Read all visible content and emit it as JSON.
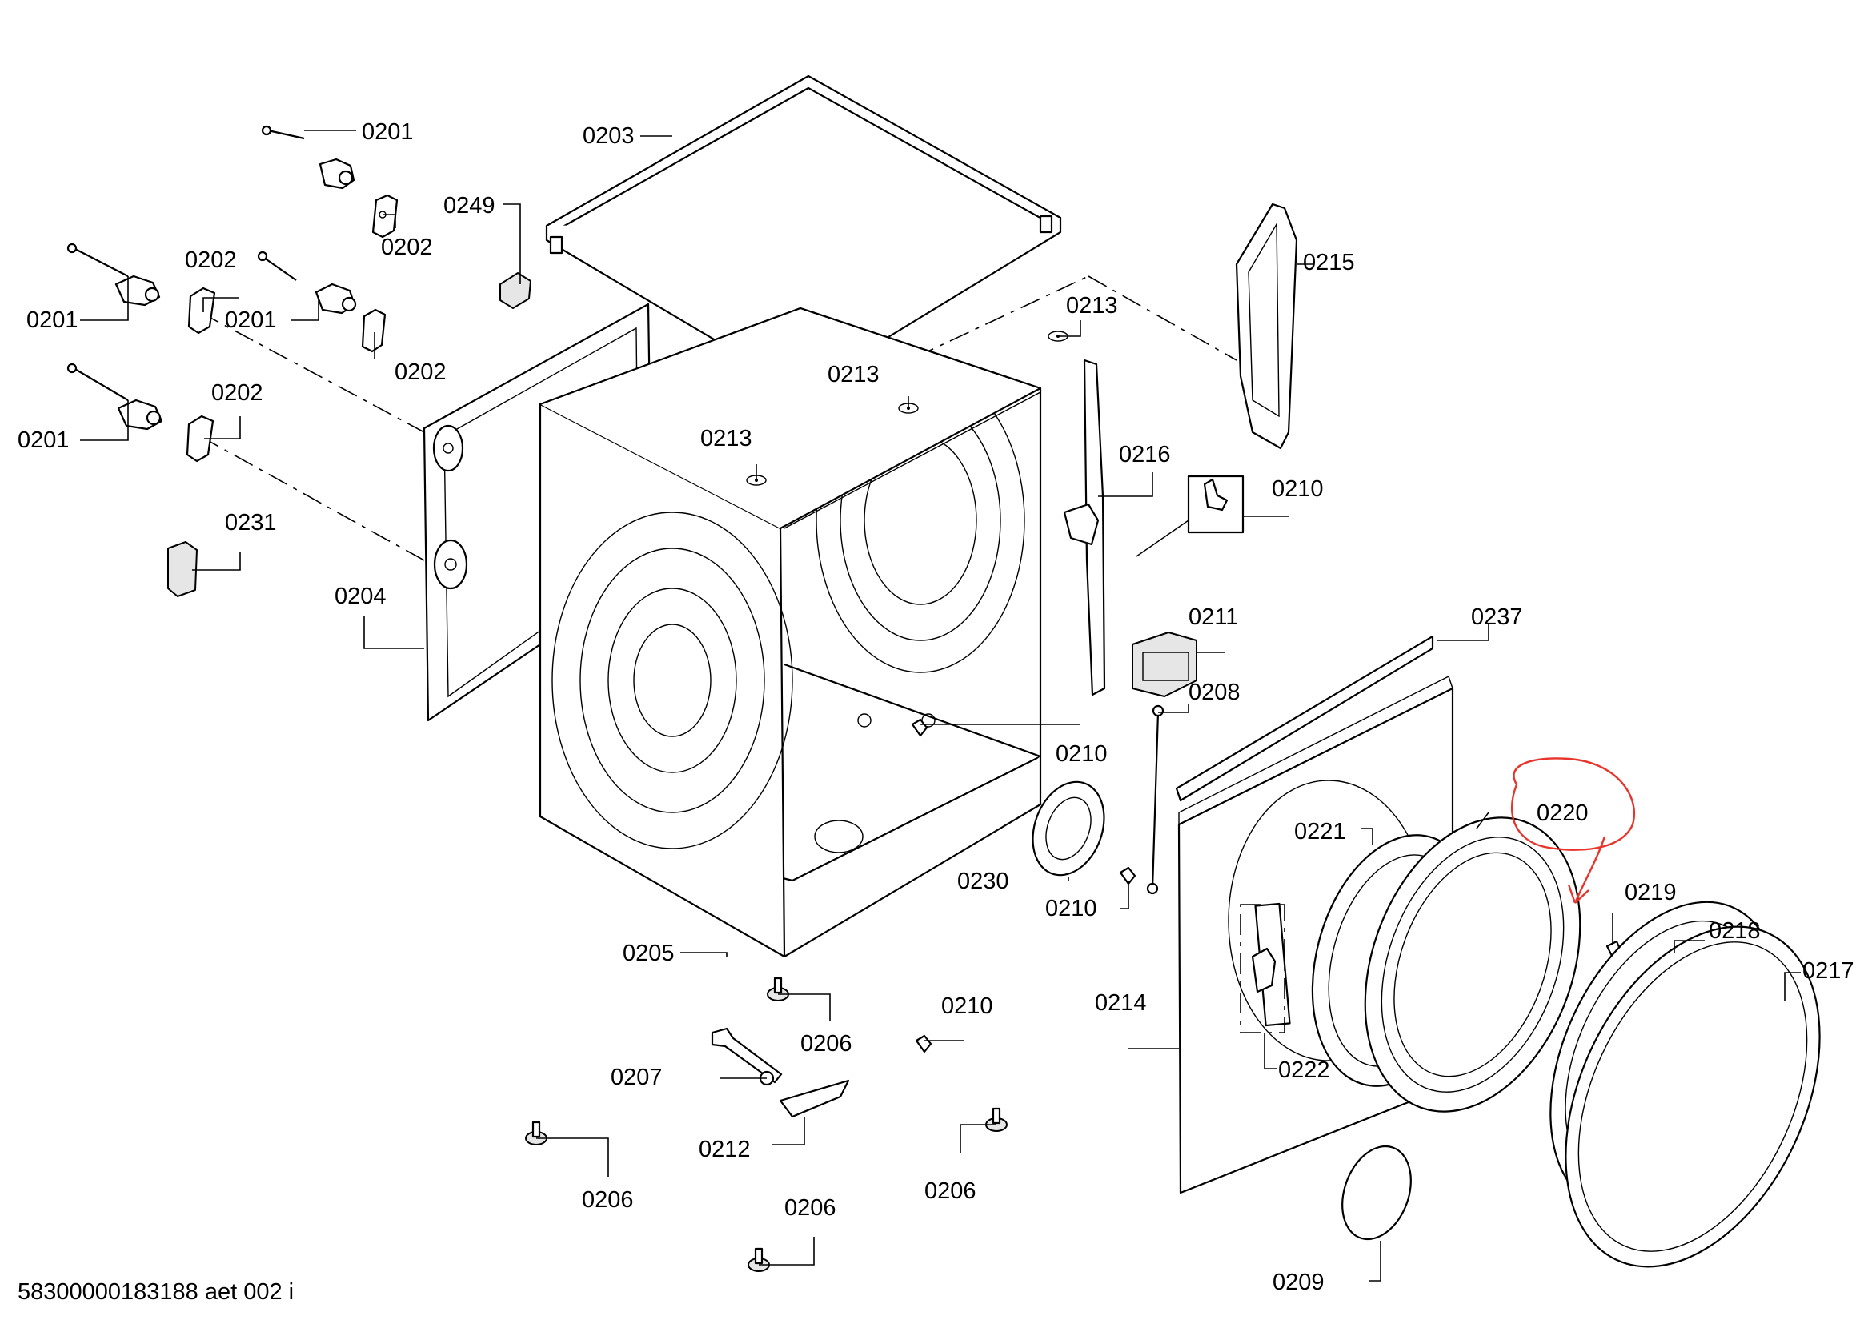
{
  "drawing": {
    "footer_id": "58300000183188 aet 002 i",
    "highlight_color": "#e8342a",
    "line_color": "#000000",
    "background": "#ffffff"
  },
  "labels": {
    "l0201a": "0201",
    "l0201b": "0201",
    "l0201c": "0201",
    "l0201d": "0201",
    "l0202a": "0202",
    "l0202b": "0202",
    "l0202c": "0202",
    "l0202d": "0202",
    "l0203": "0203",
    "l0204": "0204",
    "l0205": "0205",
    "l0206a": "0206",
    "l0206b": "0206",
    "l0206c": "0206",
    "l0206d": "0206",
    "l0207": "0207",
    "l0208": "0208",
    "l0209": "0209",
    "l0210a": "0210",
    "l0210b": "0210",
    "l0210c": "0210",
    "l0210d": "0210",
    "l0211": "0211",
    "l0212": "0212",
    "l0213a": "0213",
    "l0213b": "0213",
    "l0213c": "0213",
    "l0214": "0214",
    "l0215": "0215",
    "l0216": "0216",
    "l0217": "0217",
    "l0218": "0218",
    "l0219": "0219",
    "l0220": "0220",
    "l0221": "0221",
    "l0222": "0222",
    "l0230": "0230",
    "l0231": "0231",
    "l0237": "0237",
    "l0249": "0249"
  }
}
